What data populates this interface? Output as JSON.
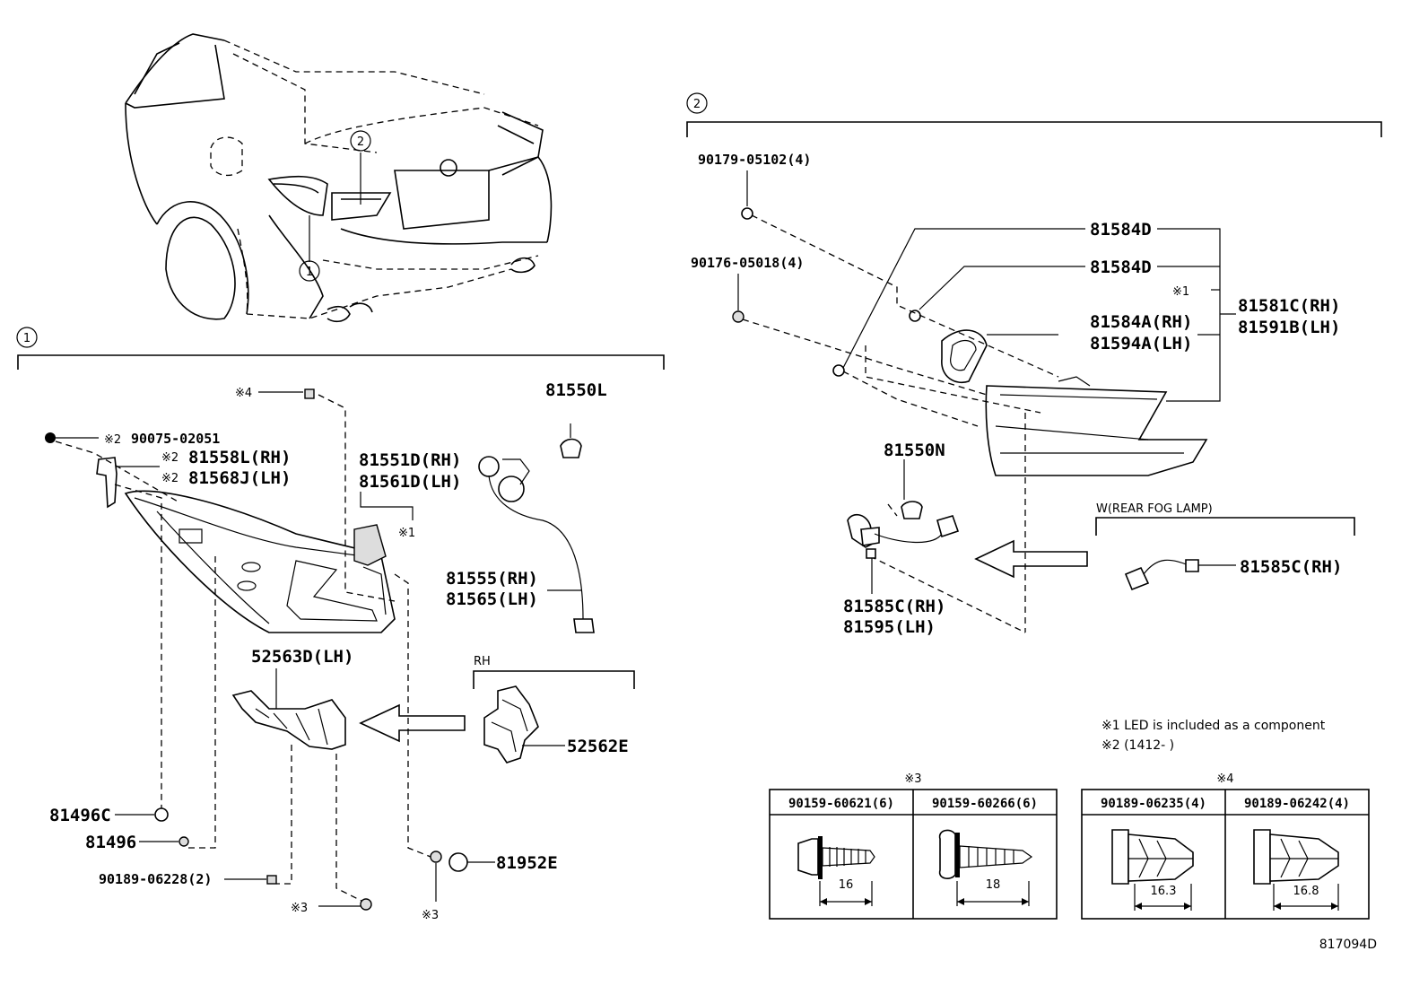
{
  "callouts": {
    "one": "1",
    "two": "2"
  },
  "section1": {
    "parts": {
      "p81550L": "81550L",
      "p81551D": "81551D(RH)",
      "p81561D": "81561D(LH)",
      "p81555": "81555(RH)",
      "p81565": "81565(LH)",
      "p52563D": "52563D(LH)",
      "p52562E": "52562E",
      "p81496C": "81496C",
      "p81496": "81496",
      "p90189_06228": "90189-06228(2)",
      "p81952E": "81952E",
      "p90075": "90075-02051",
      "p81558L": "81558L(RH)",
      "p81568J": "81568J(LH)"
    },
    "marks": {
      "m4": "※4",
      "m2a": "※2",
      "m2b": "※2",
      "m2c": "※2",
      "m1": "※1",
      "m3a": "※3",
      "m3b": "※3"
    },
    "rh_label": "RH"
  },
  "section2": {
    "parts": {
      "p90179": "90179-05102(4)",
      "p90176": "90176-05018(4)",
      "p81584D_a": "81584D",
      "p81584D_b": "81584D",
      "p81584A": "81584A(RH)",
      "p81594A": "81594A(LH)",
      "p81581C": "81581C(RH)",
      "p81591B": "81591B(LH)",
      "p81550N": "81550N",
      "p81585C_a": "81585C(RH)",
      "p81595": "81595(LH)",
      "p81585C_b": "81585C(RH)"
    },
    "marks": {
      "m1": "※1"
    },
    "fog_label": "W(REAR FOG LAMP)"
  },
  "notes": {
    "n1": "※1 LED is included as a component",
    "n2": "※2 (1412-        )"
  },
  "tables": {
    "t3": {
      "mark": "※3",
      "cols": [
        {
          "part": "90159-60621(6)",
          "dim": "16"
        },
        {
          "part": "90159-60266(6)",
          "dim": "18"
        }
      ]
    },
    "t4": {
      "mark": "※4",
      "cols": [
        {
          "part": "90189-06235(4)",
          "dim": "16.3"
        },
        {
          "part": "90189-06242(4)",
          "dim": "16.8"
        }
      ]
    }
  },
  "drawing_id": "817094D"
}
